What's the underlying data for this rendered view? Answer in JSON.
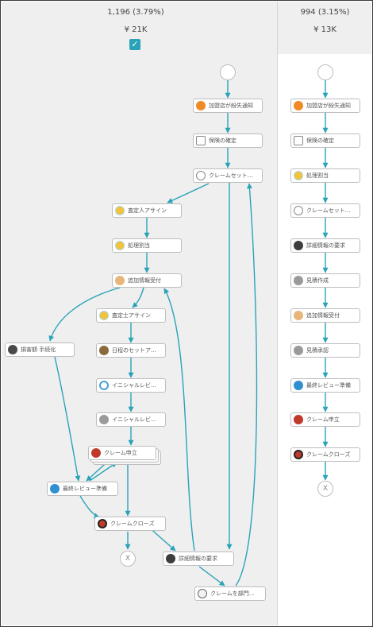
{
  "left_column": {
    "count": "1,196 (3.79%)",
    "amount": "¥ 21K",
    "selected": true,
    "nodes": {
      "n1": "加盟店が紛失通知",
      "n2": "保険の確定",
      "n3": "クレームセット…",
      "n4": "査定人アサイン",
      "n5": "処理割当",
      "n6": "追加情報受付",
      "n7": "査定士アサイン",
      "n8": "損害額 手続化",
      "n9": "日程のセットア…",
      "n10": "イニシャルレビ…",
      "n11": "イニシャルレビ…",
      "n12": "クレーム申立",
      "n13": "最終レビュー準備",
      "n14": "クレームクローズ",
      "n15": "詳細情報の要求",
      "n16": "クレームを部門…"
    },
    "end_label": "X"
  },
  "right_column": {
    "count": "994 (3.15%)",
    "amount": "¥ 13K",
    "nodes": {
      "r1": "加盟店が紛失通知",
      "r2": "保険の確定",
      "r3": "処理割当",
      "r4": "クレームセット…",
      "r5": "詳細情報の要求",
      "r6": "見積作成",
      "r7": "追加情報受付",
      "r8": "見積承認",
      "r9": "最終レビュー準備",
      "r10": "クレーム申立",
      "r11": "クレームクローズ"
    },
    "end_label": "X"
  },
  "colors": {
    "edge": "#2aa3b8",
    "node_border": "#bdbdbd",
    "panel": "#efefef"
  }
}
